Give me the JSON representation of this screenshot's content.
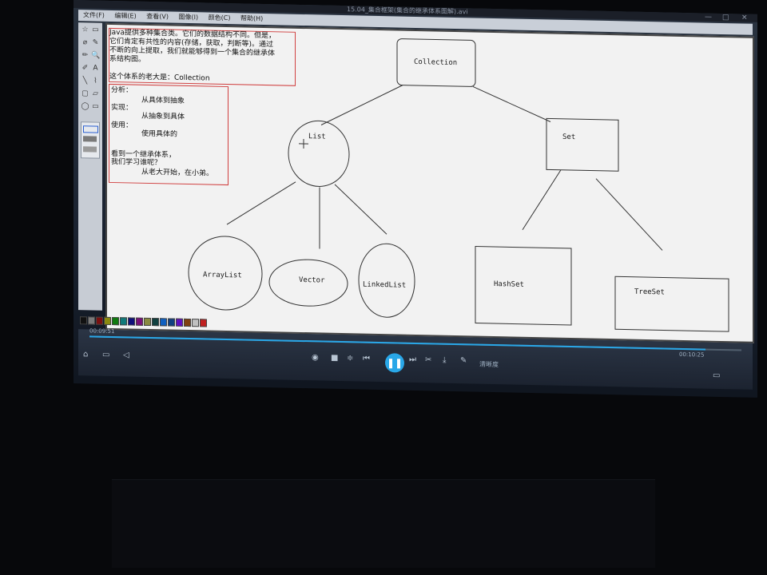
{
  "window": {
    "title": "15.04_集合框架(集合的继承体系图解).avi",
    "controls": [
      "—",
      "□",
      "✕"
    ]
  },
  "menu": [
    "文件(F)",
    "编辑(E)",
    "查看(V)",
    "图像(I)",
    "颜色(C)",
    "帮助(H)"
  ],
  "tools": [
    "☆",
    "▭",
    "⌀",
    "✎",
    "✏",
    "🔍",
    "✐",
    "A",
    "╲",
    "⌇",
    "▢",
    "▱",
    "◯",
    "▭"
  ],
  "note1": {
    "lines": [
      "Java提供多种集合类。它们的数据结构不同。但是，",
      "它们肯定有共性的内容(存储，获取，判断等)。通过",
      "不断的向上提取，我们就能够得到一个集合的继承体",
      "系结构图。",
      "",
      "这个体系的老大是：Collection"
    ]
  },
  "note2": {
    "analysis": "分析：",
    "impl": "实现：",
    "use": "使用：",
    "from_concrete": "从具体到抽象",
    "from_abstract": "从抽象到具体",
    "use_concrete": "使用具体的",
    "see": "看到一个继承体系，",
    "how": "我们学习谁呢？",
    "start": "从老大开始，在小弟。"
  },
  "nodes": {
    "collection": "Collection",
    "list": "List",
    "set": "Set",
    "arraylist": "ArrayList",
    "vector": "Vector",
    "linkedlist": "LinkedList",
    "hashset": "HashSet",
    "treeset": "TreeSet"
  },
  "palette_colors": [
    "#111111",
    "#7a7a7a",
    "#7a1010",
    "#8a8a10",
    "#107a10",
    "#107a7a",
    "#10107a",
    "#7a107a",
    "#8a8a40",
    "#104040",
    "#1060c0",
    "#104080",
    "#6010c0",
    "#804010",
    "#c0c0c0",
    "#c02020"
  ],
  "player": {
    "current_time": "00:09:51",
    "total_time": "00:10:25",
    "progress": 0.945,
    "quality_label": "清晰度",
    "accent": "#29a7e8"
  }
}
